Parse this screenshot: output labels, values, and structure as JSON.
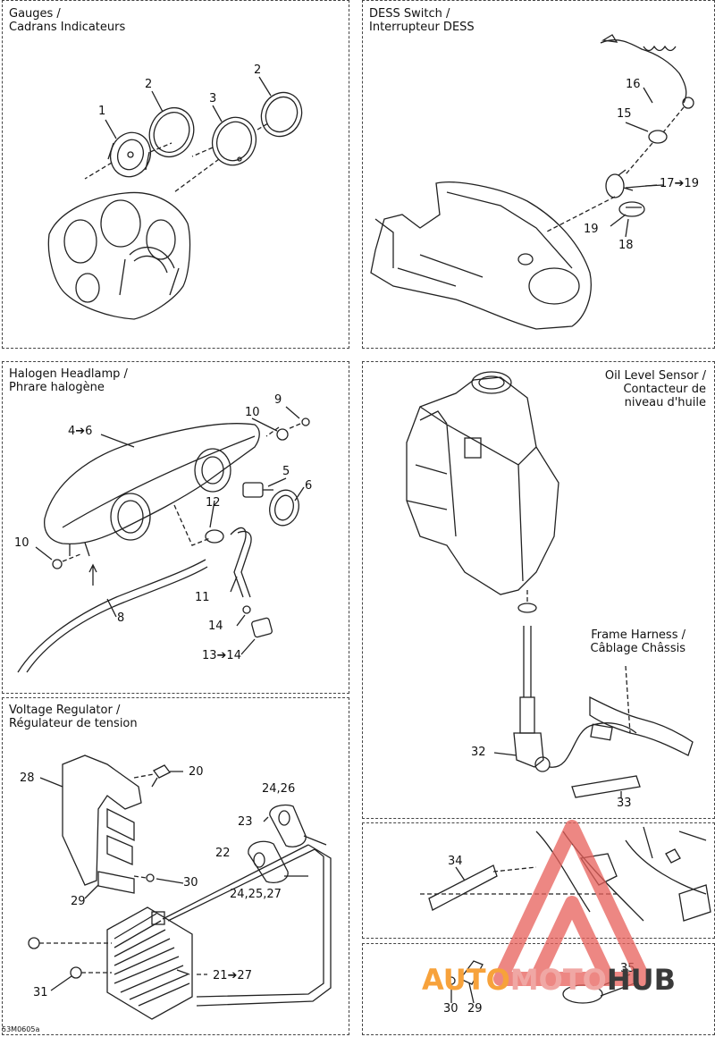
{
  "panels": {
    "gauges": {
      "title1": "Gauges /",
      "title2": "Cadrans Indicateurs"
    },
    "dess": {
      "title1": "DESS Switch /",
      "title2": "Interrupteur DESS"
    },
    "headlamp": {
      "title1": "Halogen Headlamp /",
      "title2": "Phrare halogène"
    },
    "oil": {
      "title1": "Oil Level Sensor /",
      "title2": "Contacteur de",
      "title3": "niveau d'huile"
    },
    "frame": {
      "title1": "Frame Harness /",
      "title2": "Câblage Châssis"
    },
    "voltage": {
      "title1": "Voltage Regulator /",
      "title2": "Régulateur de tension"
    }
  },
  "callouts": {
    "g1": "1",
    "g2a": "2",
    "g3": "3",
    "g2b": "2",
    "d16": "16",
    "d15": "15",
    "d1719": "17➔19",
    "d19": "19",
    "d18": "18",
    "h46": "4➔6",
    "h9": "9",
    "h10a": "10",
    "h5": "5",
    "h6": "6",
    "h12": "12",
    "h10b": "10",
    "h8": "8",
    "h11": "11",
    "h14": "14",
    "h1314": "13➔14",
    "o32": "32",
    "o33": "33",
    "o34": "34",
    "o35": "35",
    "o30": "30",
    "o29": "29",
    "v28": "28",
    "v20": "20",
    "v2426": "24,26",
    "v23": "23",
    "v22": "22",
    "v242527": "24,25,27",
    "v30": "30",
    "v29": "29",
    "v2127": "21➔27",
    "v31": "31"
  },
  "figure_id": "53M0605a",
  "watermark": {
    "part1": "AUTO",
    "part2": "MOTO",
    "part3": "HUB",
    "color1": "#f7a23b",
    "color2": "#f0a7a4",
    "color3": "#3a3a3a",
    "logo_color": "#e8605a"
  }
}
